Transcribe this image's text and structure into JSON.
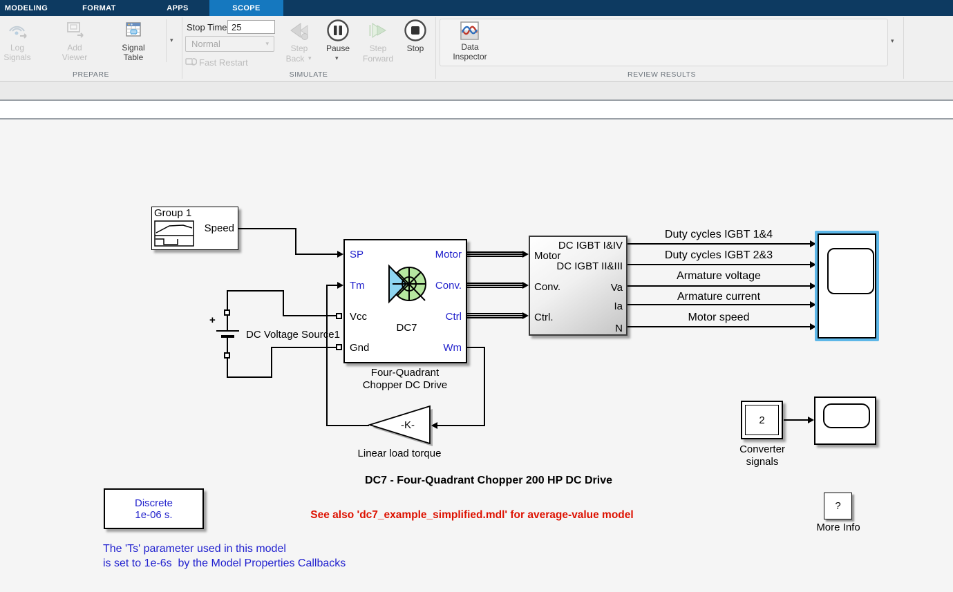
{
  "tabs": {
    "modeling": "MODELING",
    "format": "FORMAT",
    "apps": "APPS",
    "scope": "SCOPE"
  },
  "ribbon": {
    "section_prepare": "PREPARE",
    "section_simulate": "SIMULATE",
    "section_review": "REVIEW RESULTS",
    "log_signals": {
      "l1": "Log",
      "l2": "Signals"
    },
    "add_viewer": {
      "l1": "Add",
      "l2": "Viewer"
    },
    "signal_table": {
      "l1": "Signal",
      "l2": "Table"
    },
    "stop_time": {
      "label": "Stop Time",
      "value": "25"
    },
    "sim_mode": "Normal",
    "fast_restart": "Fast Restart",
    "step_back": {
      "l1": "Step",
      "l2": "Back"
    },
    "pause": "Pause",
    "step_forward": {
      "l1": "Step",
      "l2": "Forward"
    },
    "stop": "Stop",
    "data_inspector": {
      "l1": "Data",
      "l2": "Inspector"
    },
    "dropdown_glyph": "▾"
  },
  "diagram": {
    "signal_builder": {
      "title": "Group 1",
      "signal": "Speed"
    },
    "dc_source": {
      "label": "DC Voltage Source1",
      "plus": "+"
    },
    "dc7": {
      "name": "DC7",
      "ports_left": [
        "SP",
        "Tm",
        "Vcc",
        "Gnd"
      ],
      "ports_right": [
        "Motor",
        "Conv.",
        "Ctrl",
        "Wm"
      ],
      "caption1": "Four-Quadrant",
      "caption2": "Chopper DC Drive"
    },
    "gain": {
      "value": "-K-",
      "caption": "Linear load torque"
    },
    "chopper": {
      "ports_left": [
        "Motor",
        "Conv.",
        "Ctrl."
      ],
      "ports_right": [
        "DC IGBT I&IV",
        "DC IGBT II&III",
        "Va",
        "Ia",
        "N"
      ]
    },
    "signal_labels": [
      "Duty cycles IGBT 1&4",
      "Duty cycles IGBT 2&3",
      "Armature voltage",
      "Armature current",
      "Motor speed"
    ],
    "converter": {
      "value": "2",
      "caption1": "Converter",
      "caption2": "signals"
    },
    "discrete": {
      "line1": "Discrete",
      "line2": "1e-06 s."
    },
    "more_info": {
      "glyph": "?",
      "caption": "More Info"
    },
    "title": "DC7 - Four-Quadrant Chopper 200 HP DC Drive",
    "see_also": "See also 'dc7_example_simplified.mdl' for average-value model",
    "note1": "The 'Ts' parameter used in this model",
    "note2": "is set to 1e-6s  by the Model Properties Callbacks"
  },
  "colors": {
    "tabbar_navy": "#0d3a61",
    "active_tab_blue": "#1578bf",
    "selection_blue": "#5db7e8",
    "port_text_blue": "#2222cc",
    "annotation_blue": "#2121cf",
    "warning_red": "#dd1100"
  }
}
